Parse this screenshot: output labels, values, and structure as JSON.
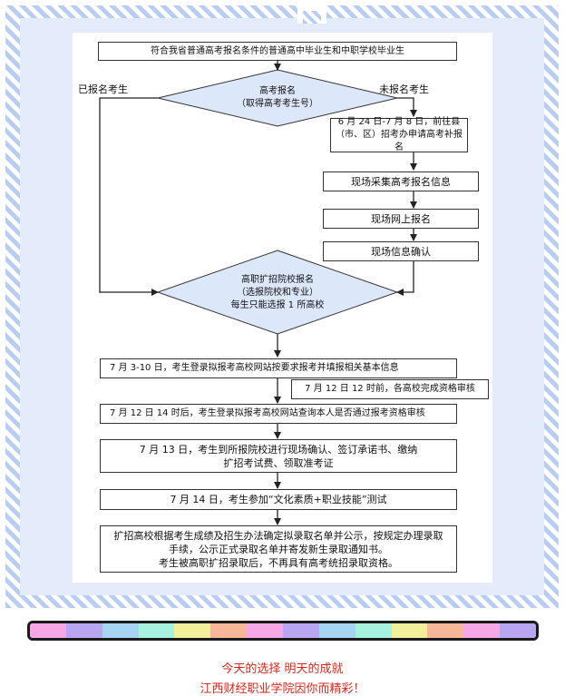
{
  "nodes": {
    "eligibility": "符合我省普通高考报名条件的普通高中毕业生和中职学校毕业生",
    "gaokao_signup": "高考报名\n（取得高考考生号）",
    "supplement": "6 月 24 日-7 月 8 日，前往县（市、区）招考办申请高考补报名",
    "collect_info": "现场采集高考报名信息",
    "online_signup": "现场网上报名",
    "confirm_info": "现场信息确认",
    "college_signup": "高职扩招院校报名\n（选报院校和专业）\n每生只能选报 1 所高校",
    "step_jul3": "7 月 3-10 日，考生登录拟报考高校网站按要求报考并填报相关基本信息",
    "note_jul12": "7 月 12 日 12 时前，各高校完成资格审核",
    "step_jul12": "7 月 12 日 14 时后，考生登录拟报考高校网站查询本人是否通过报考资格审核",
    "step_jul13": "7 月 13 日，考生到所报院校进行现场确认、签订承诺书、缴纳扩招考试费、领取准考证",
    "step_jul14": "7 月 14 日，考生参加“文化素质+职业技能”测试",
    "final": "扩招高校根据考生成绩及招生办法确定拟录取名单并公示，按规定办理录取手续，公示正式录取名单并寄发新生录取通知书。\n考生被高职扩招录取后，不再具有高考统招录取资格。"
  },
  "edge_labels": {
    "registered": "已报名考生",
    "unregistered": "未报名考生"
  },
  "footer": {
    "line1": "今天的选择  明天的成就",
    "line2": "江西财经职业学院因你而精彩！"
  },
  "colors": {
    "frame_stripe": "#b9cdf2",
    "frame_fill": "#e4ecfb",
    "diamond_fill": "#dce7fa",
    "footer_text": "#d9261c",
    "bar_segments": [
      "#f7a6e6",
      "#b9a6f2",
      "#a6d4f2",
      "#a6f2de",
      "#f2ef9a",
      "#f7b89a",
      "#f7a6e6",
      "#b9a6f2",
      "#a6d4f2",
      "#a6f2de",
      "#f2ef9a",
      "#f7b89a",
      "#f7a6e6",
      "#b9a6f2"
    ]
  }
}
